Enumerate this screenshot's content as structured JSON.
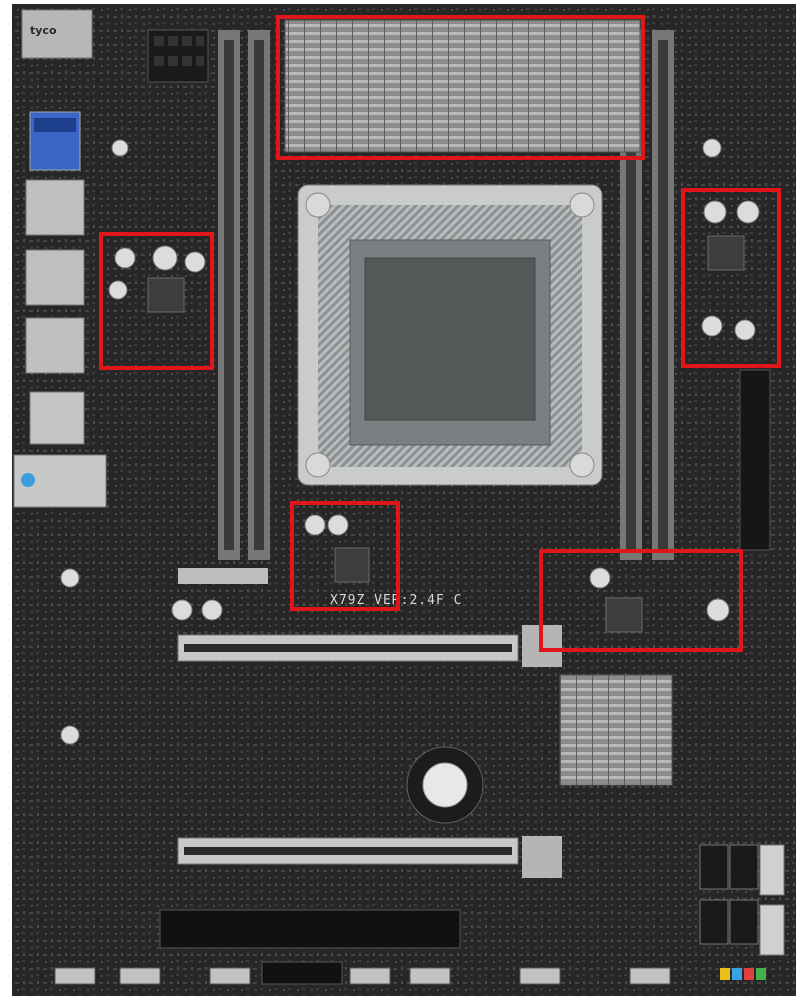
{
  "image": {
    "subject": "motherboard",
    "silkscreen_model": "X79Z VER:2.4F C",
    "connector_brand_mark": "tyco",
    "highlight_color": "#e0161b",
    "board_color": "#2b2b2b",
    "highlight_box_count": 5
  }
}
